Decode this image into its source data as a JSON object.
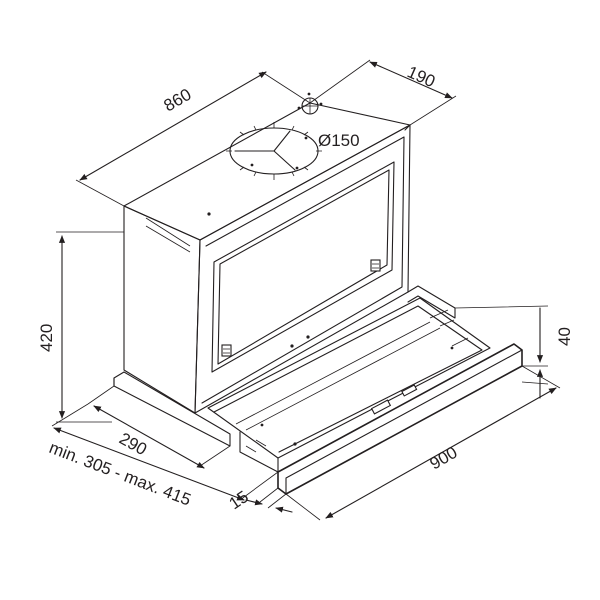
{
  "diagram": {
    "dimensions": {
      "width": "860",
      "depth": "190",
      "duct_diameter": "Ø150",
      "height": "420",
      "body_depth": "290",
      "extension_range": "min. 305 - max. 415",
      "front_panel": "15",
      "front_width": "900",
      "panel_height": "40"
    },
    "colors": {
      "line": "#231f20",
      "background": "#ffffff"
    }
  }
}
